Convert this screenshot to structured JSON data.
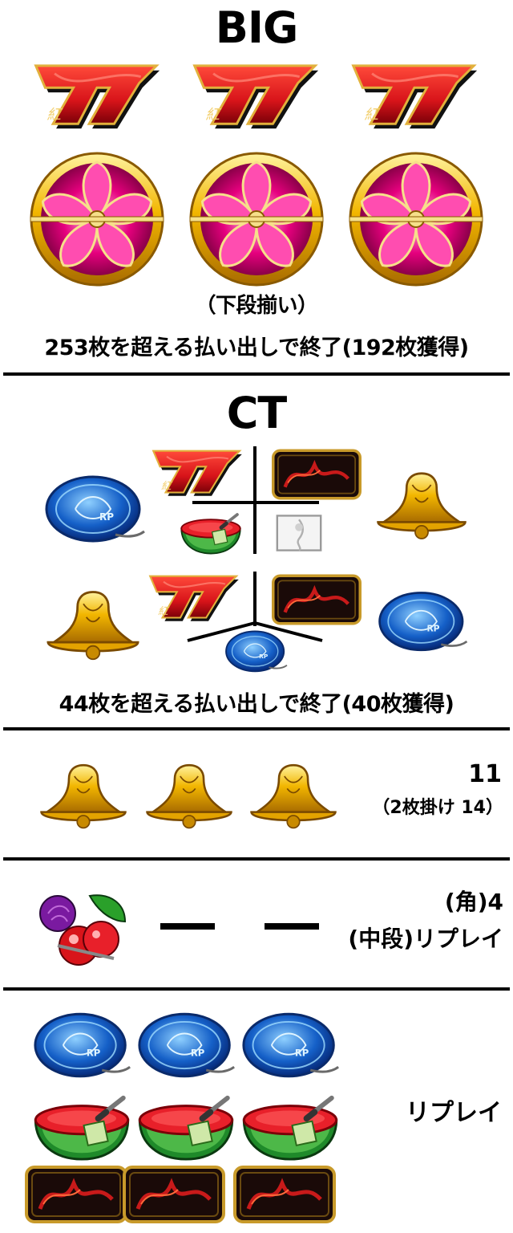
{
  "big": {
    "title": "BIG",
    "condition": "（下段揃い）",
    "end_rule": "253枚を超える払い出しで終了(192枚獲得)"
  },
  "ct": {
    "title": "CT",
    "end_rule": "44枚を超える払い出しで終了(40枚獲得)"
  },
  "bell_row": {
    "payout": "11",
    "payout_2bet": "（2枚掛け  14）"
  },
  "cherry_row": {
    "corner_label": "(角)4",
    "middle_label": "(中段)リプレイ"
  },
  "replay_row": {
    "label": "リプレイ"
  },
  "colors": {
    "seven_red": "#d8141a",
    "sakura_pink": "#e6007e",
    "gold": "#f2b600",
    "blue": "#1560c8"
  },
  "icons": {
    "seven": "red-seven-icon",
    "sakura": "sakura-icon",
    "bell": "bell-icon",
    "replay": "blue-replay-icon",
    "watermelon": "watermelon-icon",
    "bar": "bar-kurenai-icon",
    "cherry": "cherry-rose-icon",
    "white_symbol": "white-blank-icon"
  }
}
